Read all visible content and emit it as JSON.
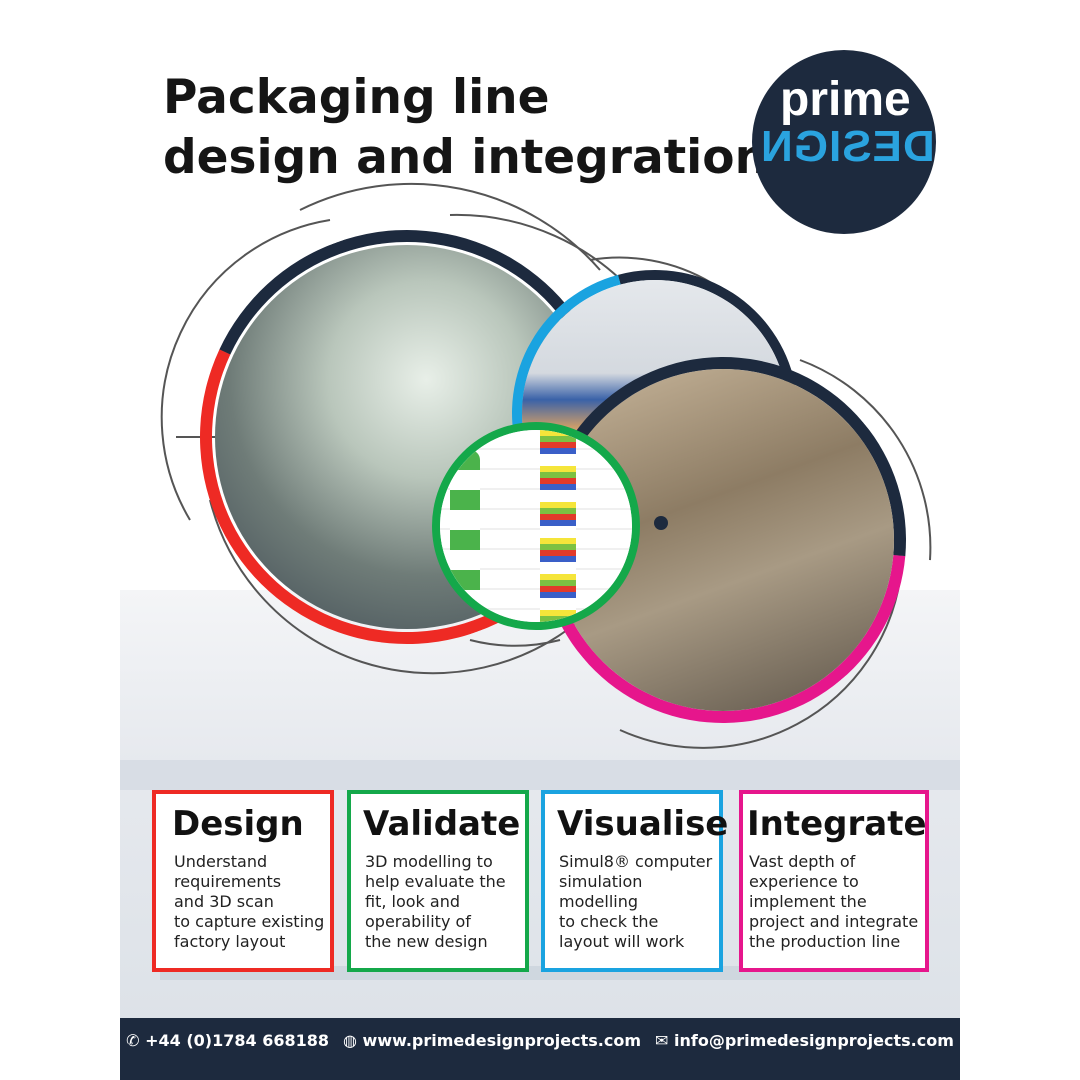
{
  "title": {
    "line1": "Packaging line",
    "line2": "design and integration"
  },
  "logo": {
    "word1": "prime",
    "word2": "DESIGN"
  },
  "colors": {
    "red": "#ee2a24",
    "green": "#14a84a",
    "blue": "#1aa3e0",
    "magenta": "#e6168c",
    "navy": "#1d2a3e"
  },
  "steps": [
    {
      "title": "Design",
      "text": [
        "Understand",
        "requirements",
        "and 3D scan",
        "to capture existing",
        "factory layout"
      ]
    },
    {
      "title": "Validate",
      "text": [
        "3D modelling to",
        "help evaluate the",
        "fit, look and",
        "operability of",
        "the new design"
      ]
    },
    {
      "title": "Visualise",
      "text": [
        "Simul8® computer",
        "simulation",
        "modelling",
        "to check the",
        "layout will work"
      ]
    },
    {
      "title": "Integrate",
      "text": [
        "Vast depth of",
        "experience to",
        "implement the",
        "project and integrate",
        "the production line"
      ]
    }
  ],
  "footer": {
    "phone": "+44 (0)1784 668188",
    "web": "www.primedesignprojects.com",
    "email": "info@primedesignprojects.com"
  }
}
